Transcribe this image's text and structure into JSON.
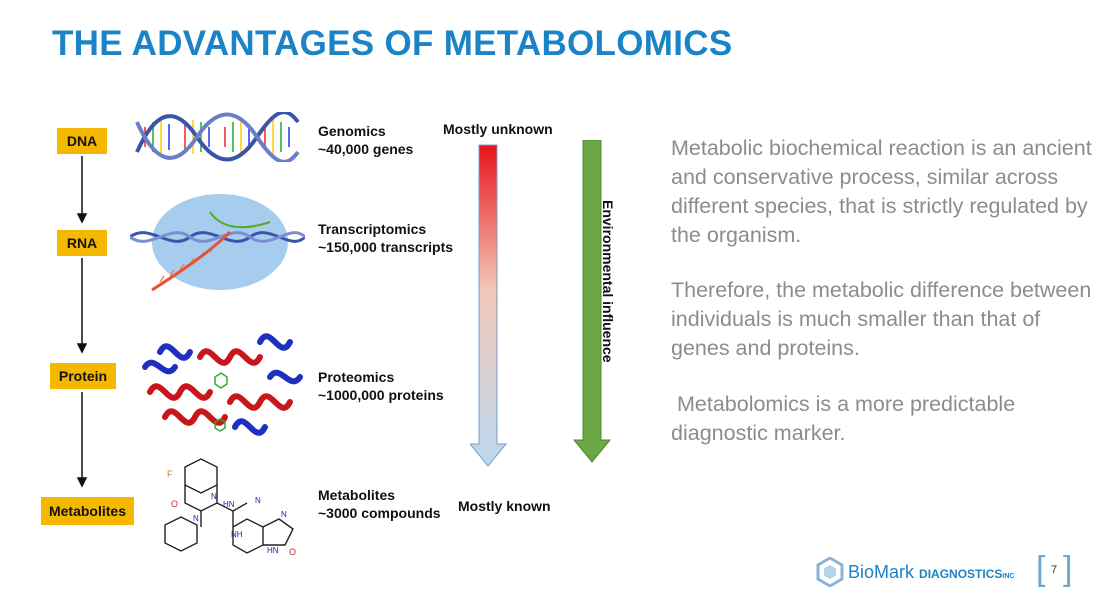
{
  "title": "THE ADVANTAGES OF METABOLOMICS",
  "flow_steps": [
    "DNA",
    "RNA",
    "Protein",
    "Metabolites"
  ],
  "omics": [
    {
      "name": "Genomics",
      "count": "~40,000 genes"
    },
    {
      "name": "Transcriptomics",
      "count": "~150,000 transcripts"
    },
    {
      "name": "Proteomics",
      "count": "~1000,000 proteins"
    },
    {
      "name": "Metabolites",
      "count": "~3000 compounds"
    }
  ],
  "knowledge_axis": {
    "top": "Mostly unknown",
    "bottom": "Mostly known"
  },
  "environment_label": "Environmental influence",
  "paragraphs": [
    "Metabolic biochemical reaction is an ancient and conservative process, similar across different species, that is strictly regulated by the organism.",
    "Therefore, the metabolic difference between individuals is much smaller than that of genes and proteins.",
    " Metabolomics is a more predictable diagnostic marker."
  ],
  "molecule_atoms": [
    "F",
    "O",
    "N",
    "N",
    "HN",
    "N",
    "N",
    "NH",
    "HN",
    "O"
  ],
  "brand": {
    "name": "BioMark",
    "sub": "DIAGNOSTICS",
    "suffix": "INC"
  },
  "page_number": "7",
  "colors": {
    "title": "#1a84c7",
    "badge": "#f5b800",
    "env_arrow": "#6aa843",
    "body_text": "#8c8c8c"
  }
}
